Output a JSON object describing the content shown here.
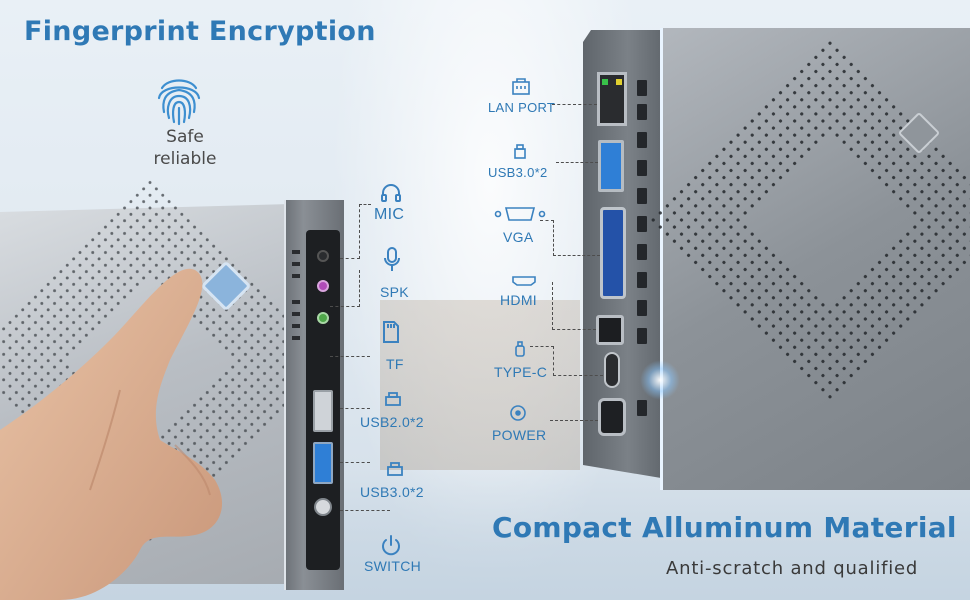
{
  "headline_top": "Fingerprint Encryption",
  "safe_lines": [
    "Safe",
    "reliable"
  ],
  "headline_bottom": "Compact Alluminum Material",
  "subtitle_bottom": "Anti-scratch and qualified",
  "left_ports": [
    {
      "label": "MIC",
      "icon": "headphones-icon"
    },
    {
      "label": "SPK",
      "icon": "microphone-icon"
    },
    {
      "label": "TF",
      "icon": "sd-card-icon"
    },
    {
      "label": "USB2.0*2",
      "icon": "usb-icon"
    },
    {
      "label": "USB3.0*2",
      "icon": "usb-icon"
    },
    {
      "label": "SWITCH",
      "icon": "power-icon"
    }
  ],
  "right_ports": [
    {
      "label": "LAN PORT",
      "icon": "ethernet-icon"
    },
    {
      "label": "USB3.0*2",
      "icon": "usb-icon"
    },
    {
      "label": "VGA",
      "icon": "vga-icon"
    },
    {
      "label": "HDMI",
      "icon": "hdmi-icon"
    },
    {
      "label": "TYPE-C",
      "icon": "usb-c-icon"
    },
    {
      "label": "POWER",
      "icon": "dc-power-icon"
    }
  ],
  "colors": {
    "accent": "#2f79b5",
    "subtitle": "#3a3a3a",
    "usb3_blue": "#2f7fd6"
  }
}
